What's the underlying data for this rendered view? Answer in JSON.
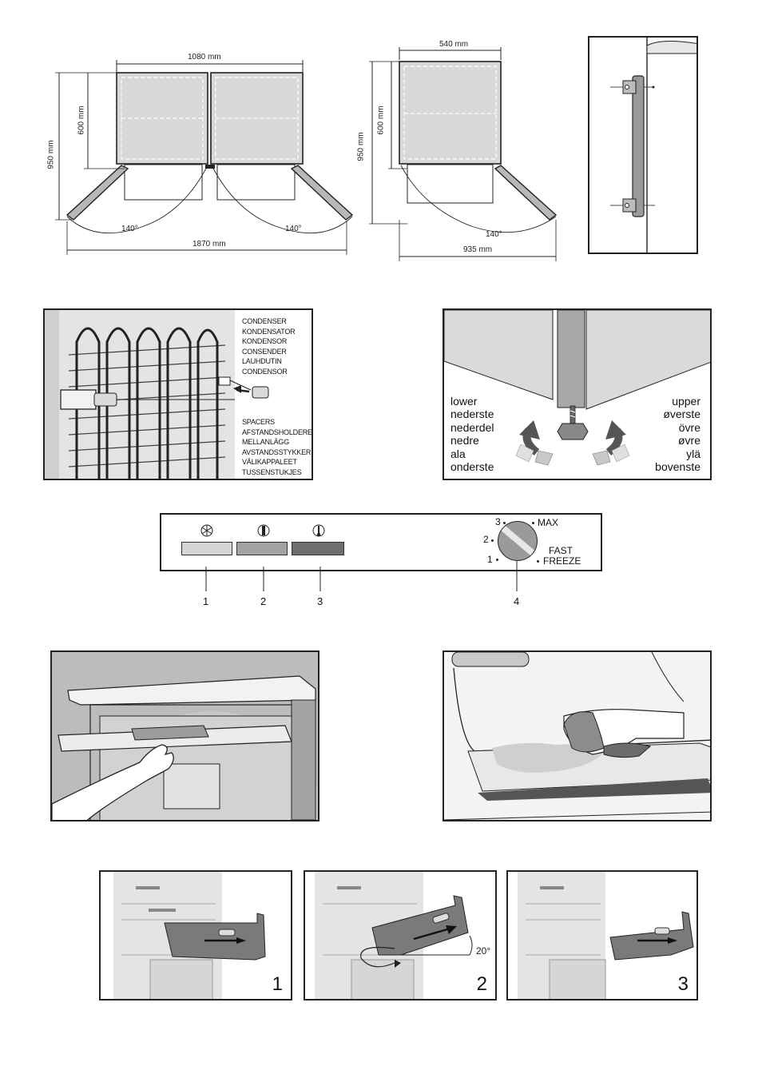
{
  "dimensions": {
    "double_width": "1080 mm",
    "double_height": "950 mm",
    "double_depth": "600 mm",
    "double_angle_left": "140°",
    "double_angle_right": "140°",
    "double_total": "1870 mm",
    "single_width": "540 mm",
    "single_height": "950 mm",
    "single_depth": "600 mm",
    "single_angle": "140°",
    "single_total": "935 mm"
  },
  "condenser": {
    "condenser_labels": [
      "CONDENSER",
      "KONDENSATOR",
      "KONDENSOR",
      "CONSENDER",
      "LAUHDUTIN",
      "CONDENSOR"
    ],
    "spacer_labels": [
      "SPACERS",
      "AFSTANDSHOLDERE",
      "MELLANLÄGG",
      "AVSTANDSSTYKKER",
      "VÄLIKAPPALEET",
      "TUSSENSTUKJES"
    ]
  },
  "leveling": {
    "lower_labels": [
      "lower",
      "nederste",
      "nederdel",
      "nedre",
      "ala",
      "onderste"
    ],
    "upper_labels": [
      "upper",
      "øverste",
      "övre",
      "øvre",
      "ylä",
      "bovenste"
    ]
  },
  "control_panel": {
    "indicator_colors": [
      "#d6d6d6",
      "#a2a2a2",
      "#6e6e6e"
    ],
    "dial_marks": {
      "three": "3",
      "two": "2",
      "one": "1",
      "max": "MAX",
      "fast": "FAST",
      "freeze": "FREEZE"
    },
    "callouts": [
      "1",
      "2",
      "3",
      "4"
    ]
  },
  "drawer_steps": {
    "angle": "20°",
    "steps": [
      "1",
      "2",
      "3"
    ]
  },
  "icons": [
    "snowflake-icon",
    "thermometer-icon",
    "bulb-icon",
    "rotation-arrow-icon",
    "direction-arrow-icon"
  ]
}
